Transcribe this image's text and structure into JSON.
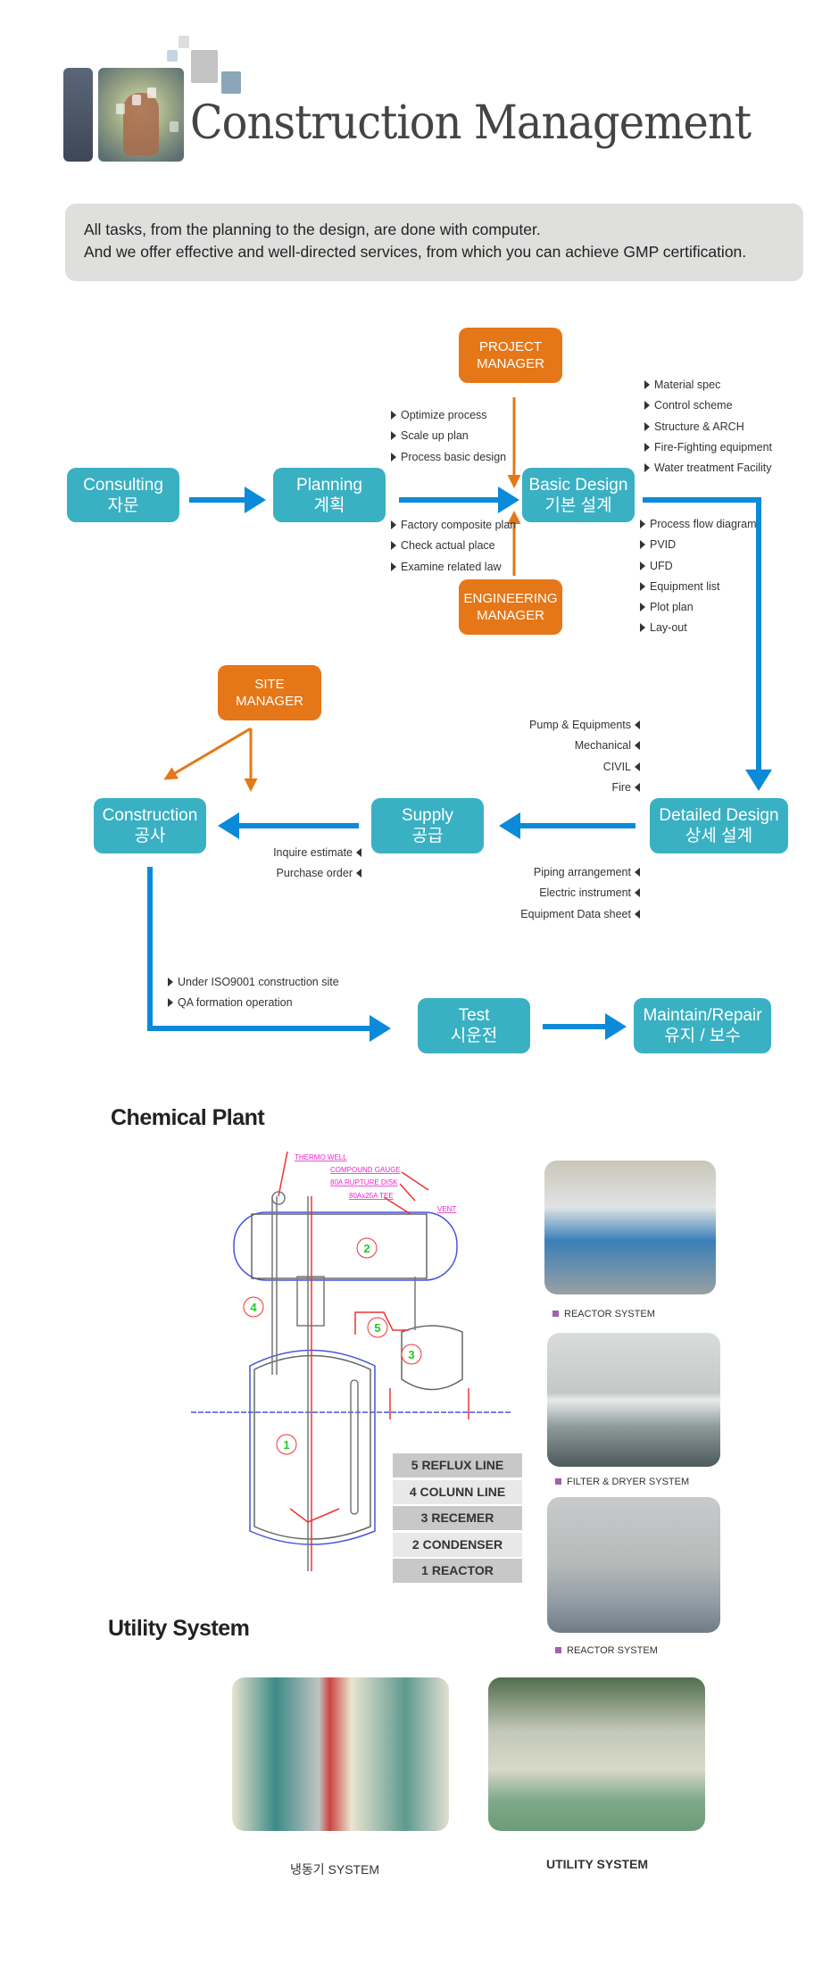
{
  "header": {
    "title": "Construction Management",
    "intro_line1": "All tasks, from the planning to the design, are done with computer.",
    "intro_line2": "And we offer effective and well-directed services, from which you can achieve GMP certification."
  },
  "colors": {
    "step_box": "#3ab0c3",
    "manager_box": "#e57718",
    "flow_arrow": "#0a8ad8",
    "intro_bg": "#dfdfde"
  },
  "flow": {
    "steps": [
      {
        "en": "Consulting",
        "ko": "자문"
      },
      {
        "en": "Planning",
        "ko": "계획"
      },
      {
        "en": "Basic Design",
        "ko": "기본 설계"
      },
      {
        "en": "Detailed Design",
        "ko": "상세 설계"
      },
      {
        "en": "Supply",
        "ko": "공급"
      },
      {
        "en": "Construction",
        "ko": "공사"
      },
      {
        "en": "Test",
        "ko": "시운전"
      },
      {
        "en": "Maintain/Repair",
        "ko": "유지 / 보수"
      }
    ],
    "managers": {
      "project": [
        "PROJECT",
        "MANAGER"
      ],
      "engineering": [
        "ENGINEERING",
        "MANAGER"
      ],
      "site": [
        "SITE",
        "MANAGER"
      ]
    },
    "planning_top": [
      "Optimize process",
      "Scale up plan",
      "Process basic design"
    ],
    "planning_bottom": [
      "Factory composite plan",
      "Check actual place",
      "Examine related law"
    ],
    "basic_top": [
      "Material spec",
      "Control scheme",
      "Structure & ARCH",
      "Fire-Fighting equipment",
      "Water treatment Facility"
    ],
    "basic_bottom": [
      "Process flow diagram",
      "PVID",
      "UFD",
      "Equipment list",
      "Plot plan",
      "Lay-out"
    ],
    "detailed_top": [
      "Pump & Equipments",
      "Mechanical",
      "CIVIL",
      "Fire"
    ],
    "detailed_bottom": [
      "Piping arrangement",
      "Electric instrument",
      "Equipment Data sheet"
    ],
    "supply_items": [
      "Inquire estimate",
      "Purchase order"
    ],
    "construction_items": [
      "Under ISO9001 construction site",
      "QA formation operation"
    ]
  },
  "chemical_plant": {
    "heading": "Chemical Plant",
    "diagram_labels": [
      "THERMO WELL",
      "COMPOUND GAUGE",
      "80A RUPTURE DISK",
      "80Ax25A TEE",
      "VENT"
    ],
    "diagram_numbers": [
      "1",
      "2",
      "3",
      "4",
      "5"
    ],
    "legend": [
      "5 REFLUX LINE",
      "4 COLUNN LINE",
      "3 RECEMER",
      "2 CONDENSER",
      "1 REACTOR"
    ],
    "photos": [
      "REACTOR SYSTEM",
      "FILTER & DRYER SYSTEM",
      "REACTOR SYSTEM"
    ]
  },
  "utility": {
    "heading": "Utility System",
    "photos": [
      "냉동기 SYSTEM",
      "UTILITY SYSTEM"
    ]
  }
}
